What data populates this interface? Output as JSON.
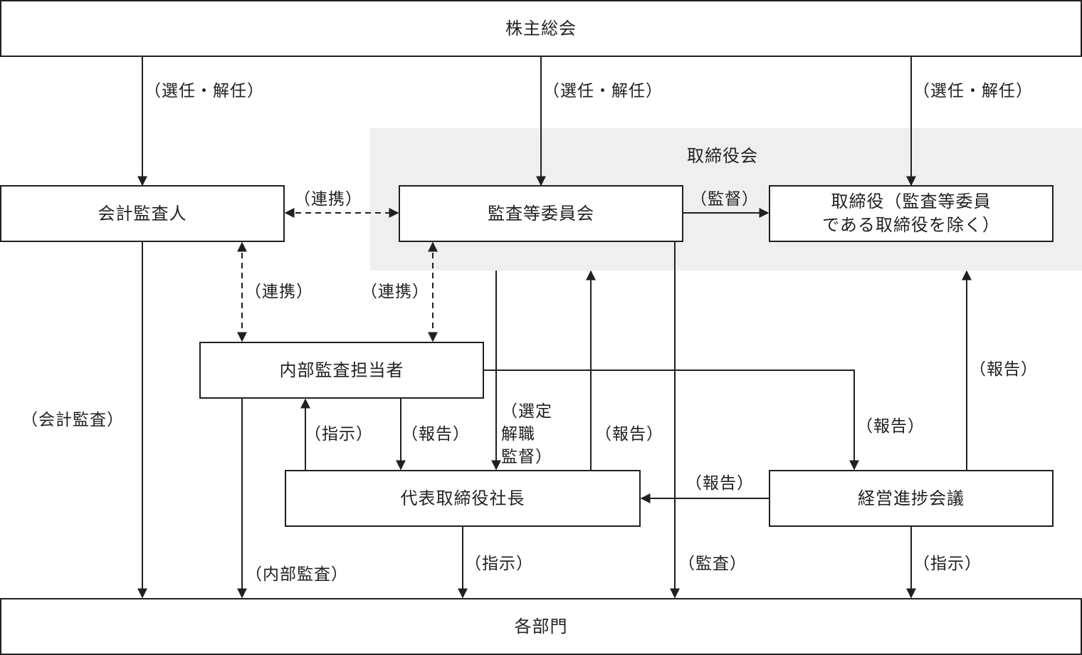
{
  "boxes": {
    "shareholders": "株主総会",
    "board": "取締役会",
    "accounting_auditor": "会計監査人",
    "audit_committee": "監査等委員会",
    "directors": "取締役（監査等委員\nである取締役を除く）",
    "internal_auditor": "内部監査担当者",
    "president": "代表取締役社長",
    "management_meeting": "経営進捗会議",
    "departments": "各部門"
  },
  "edge_labels": {
    "appoint_dismiss": "（選任・解任）",
    "cooperation": "（連携）",
    "supervision": "（監督）",
    "select_dismiss_supervise": "（選定\n解職\n監督）",
    "report": "（報告）",
    "instruction": "（指示）",
    "accounting_audit": "（会計監査）",
    "internal_audit": "（内部監査）",
    "audit": "（監査）"
  }
}
